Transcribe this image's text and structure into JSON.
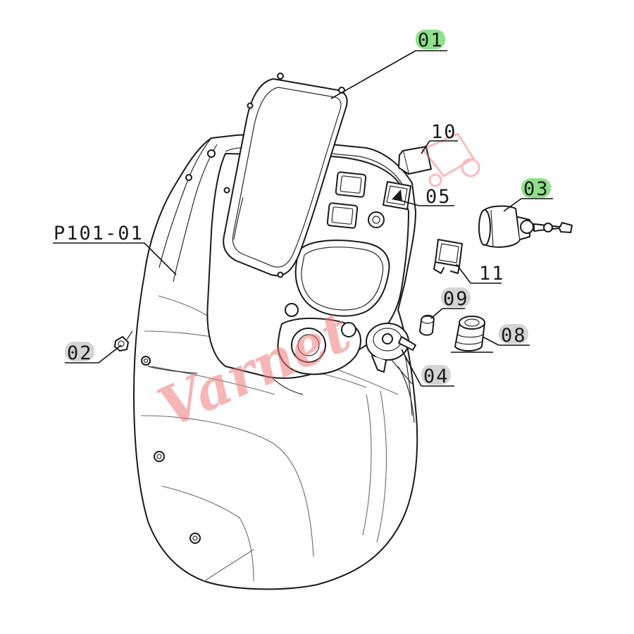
{
  "labels": {
    "p01": "P101-01",
    "c01": "01",
    "c02": "02",
    "c03": "03",
    "c04": "04",
    "c05": "05",
    "c08": "08",
    "c09": "09",
    "c10": "10",
    "c11": "11"
  },
  "watermark": "Varnet",
  "colors": {
    "highlight_selected": "#8fe08a",
    "highlight_normal": "#d4d4d4",
    "watermark": "#f07b7b",
    "line": "#1a1a1a"
  }
}
